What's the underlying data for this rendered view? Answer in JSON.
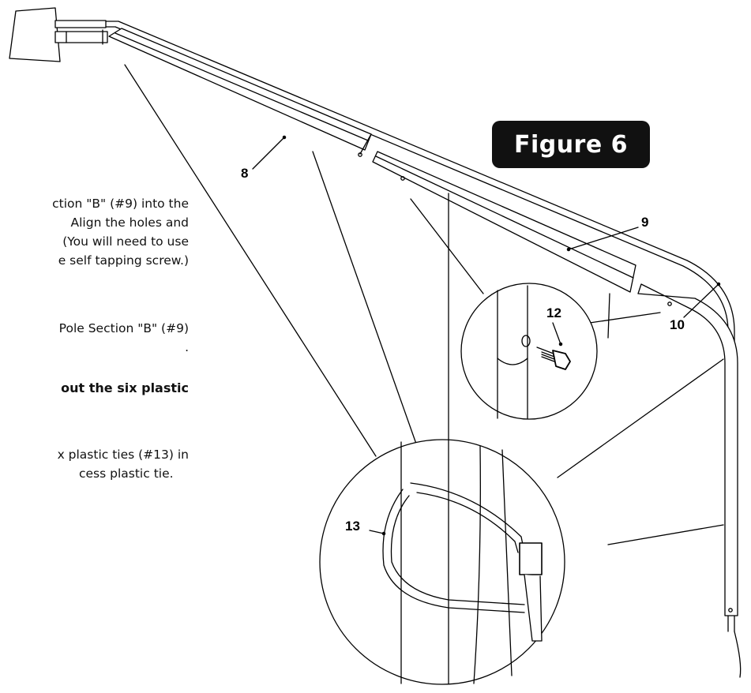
{
  "figure_label": "Figure 6",
  "instructions": {
    "para1": [
      "ction \"B\" (#9) into the",
      "Align the holes and",
      "(You will need to use",
      "e self tapping screw.)"
    ],
    "para2": [
      "Pole Section \"B\" (#9)",
      "."
    ],
    "heading": "out the six plastic",
    "para3": [
      "x plastic ties (#13) in",
      "cess plastic tie."
    ]
  },
  "callouts": {
    "part8": "8",
    "part9": "9",
    "part10": "10",
    "part12": "12",
    "part13": "13"
  }
}
